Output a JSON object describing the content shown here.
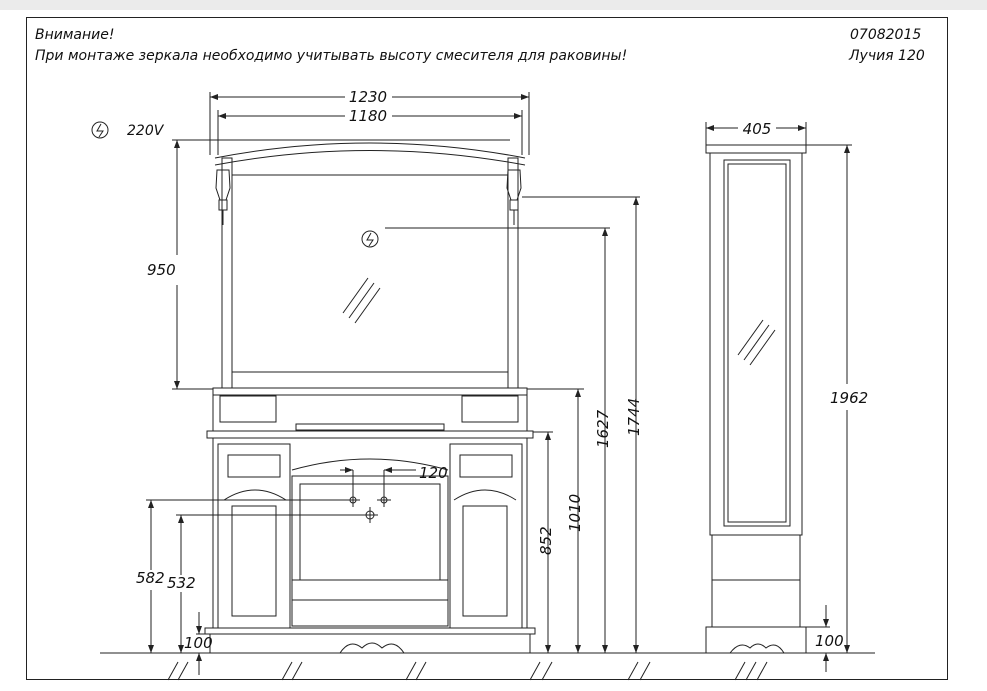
{
  "header": {
    "warning_title": "Внимание!",
    "warning_text": "При монтаже зеркала необходимо учитывать высоту смесителя для раковины!",
    "doc_code": "07082015",
    "product_name": "Лучия  120"
  },
  "power": {
    "symbol_icon": "lightning-bolt-icon",
    "voltage_label": "220V"
  },
  "dimensions": {
    "overall_width": "1230",
    "mirror_width": "1180",
    "mirror_height": "950",
    "mirror_top_height": "1744",
    "socket_height": "1627",
    "countertop_height": "1010",
    "cabinet_height": "852",
    "outlet_spacing": "120",
    "drain_height_1": "582",
    "drain_height_2": "532",
    "plinth_height_left": "100",
    "column_width": "405",
    "column_height": "1962",
    "plinth_height_right": "100"
  },
  "colors": {
    "line": "#222222",
    "background": "#ffffff"
  }
}
